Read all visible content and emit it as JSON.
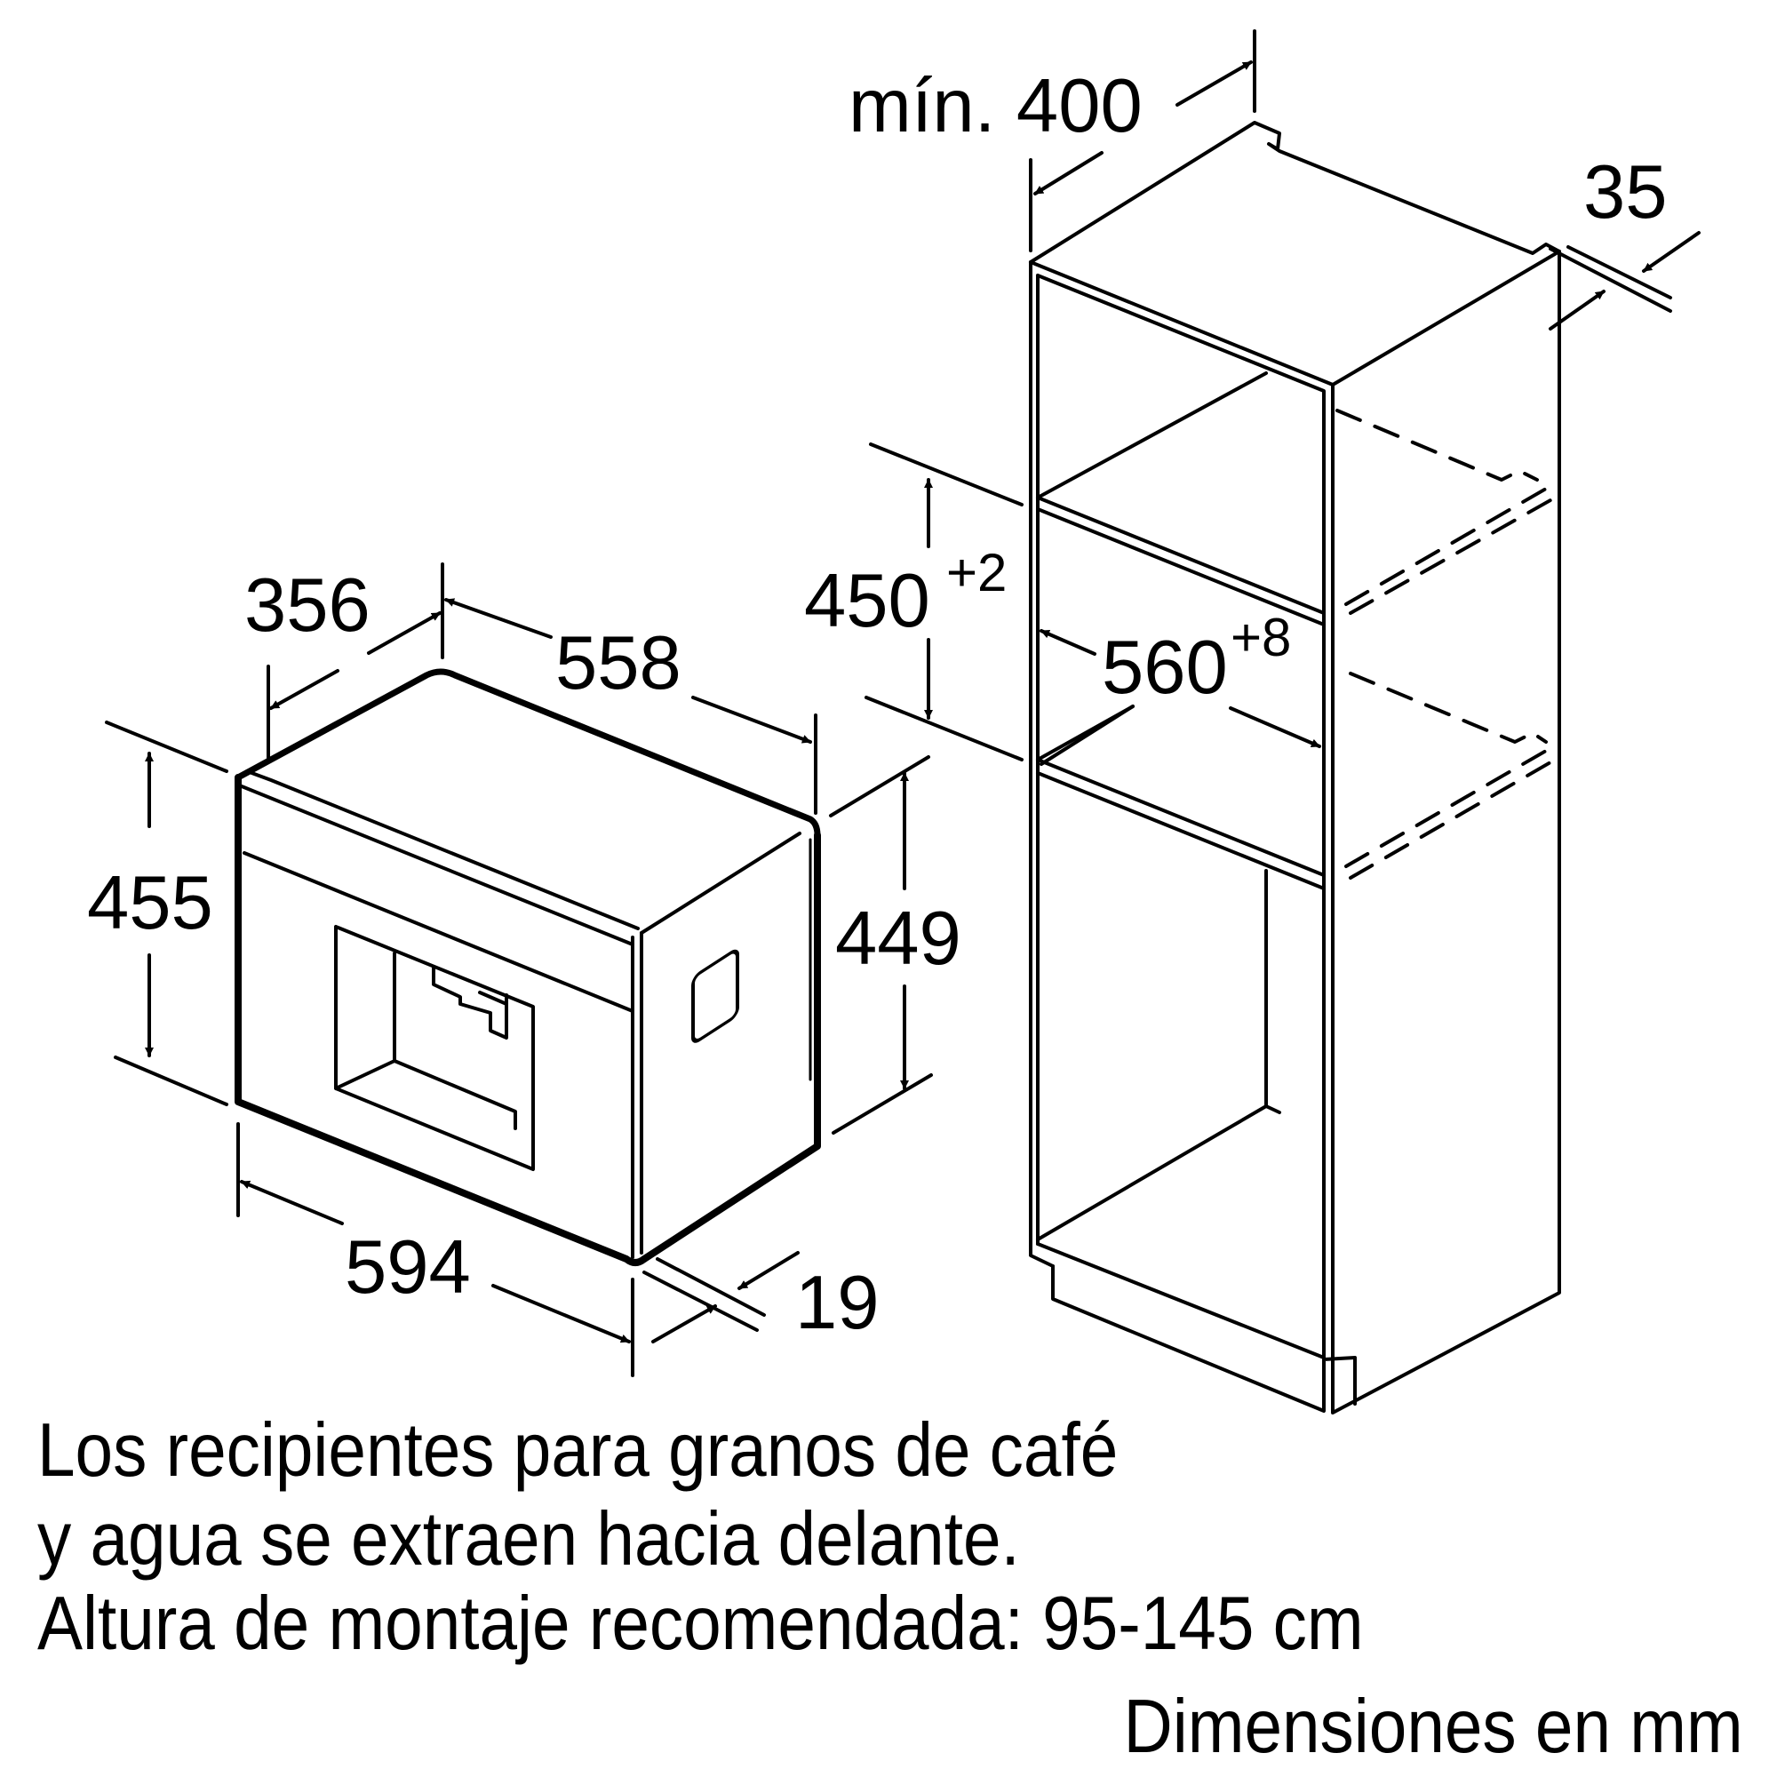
{
  "appliance": {
    "depth_label": "356",
    "side_depth_label": "558",
    "height_label": "455",
    "side_height_label": "449",
    "width_label": "594",
    "front_thickness_label": "19"
  },
  "cabinet": {
    "min_depth_label": "mín. 400",
    "top_gap_label": "35",
    "niche_height_label": "450",
    "niche_height_tolerance": "+2",
    "niche_width_label": "560",
    "niche_width_tolerance": "+8"
  },
  "notes": {
    "line1": "Los recipientes para granos de café",
    "line2": "y agua se extraen hacia delante.",
    "line3": "Altura de montaje recomendada: 95-145 cm",
    "units": "Dimensiones en mm"
  }
}
